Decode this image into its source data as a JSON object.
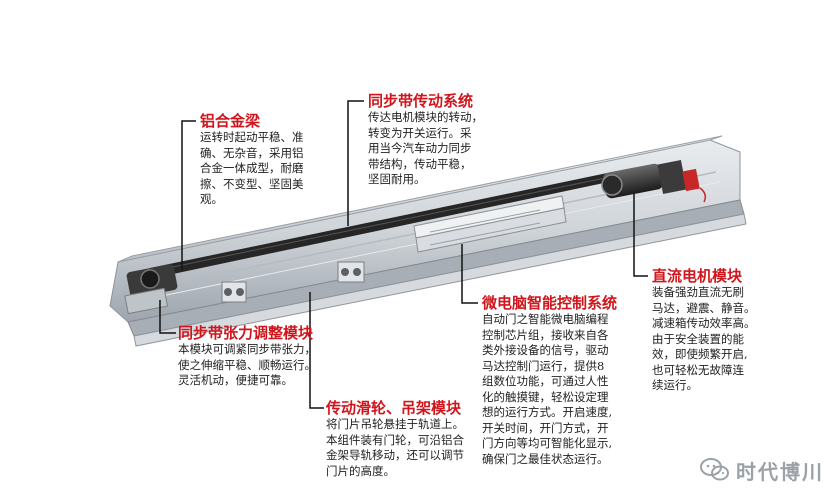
{
  "callouts": {
    "beam": {
      "title": "铝合金梁",
      "lines": [
        "运转时起动平稳、准",
        "确、无杂音，采用铝",
        "合金一体成型，耐磨",
        "擦、不变型、坚固美",
        "观。"
      ]
    },
    "belt": {
      "title": "同步带传动系统",
      "lines": [
        "传达电机模块的转动，",
        "转变为开关运行。采",
        "用当今汽车动力同步",
        "带结构，传动平稳，",
        "坚固耐用。"
      ]
    },
    "tension": {
      "title": "同步带张力调整模块",
      "lines": [
        "本模块可调紧同步带张力，",
        "使之伸缩平稳、顺畅运行。",
        "灵活机动，便捷可靠。"
      ]
    },
    "pulley": {
      "title": "传动滑轮、吊架模块",
      "lines": [
        "将门片吊轮悬挂于轨道上。",
        "本组件装有门轮，可沿铝合",
        "金架导轨移动，还可以调节",
        "门片的高度。"
      ]
    },
    "control": {
      "title": "微电脑智能控制系统",
      "lines": [
        "自动门之智能微电脑编程",
        "控制芯片组，接收来自各",
        "类外接设备的信号，驱动",
        "马达控制门运行，提供8",
        "组数位功能，可通过人性",
        "化的触摸键，轻松设定理",
        "想的运行方式。开启速度,",
        "开关时间，开门方式，开",
        "门方向等均可智能化显示,",
        "确保门之最佳状态运行。"
      ]
    },
    "motor": {
      "title": "直流电机模块",
      "lines": [
        "装备强劲直流无刷",
        "马达，避震、静音。",
        "减速箱传动效率高。",
        "由于安全装置的能",
        "效，即使频繁开启,",
        "也可轻松无故障连",
        "续运行。"
      ]
    }
  },
  "watermark": {
    "text": "时代博川",
    "icon": "wechat-icon"
  },
  "colors": {
    "title": "#d0161c",
    "body": "#222222",
    "leader": "#111111",
    "rail": "#c9ced3",
    "belt": "#2b2b2b"
  }
}
